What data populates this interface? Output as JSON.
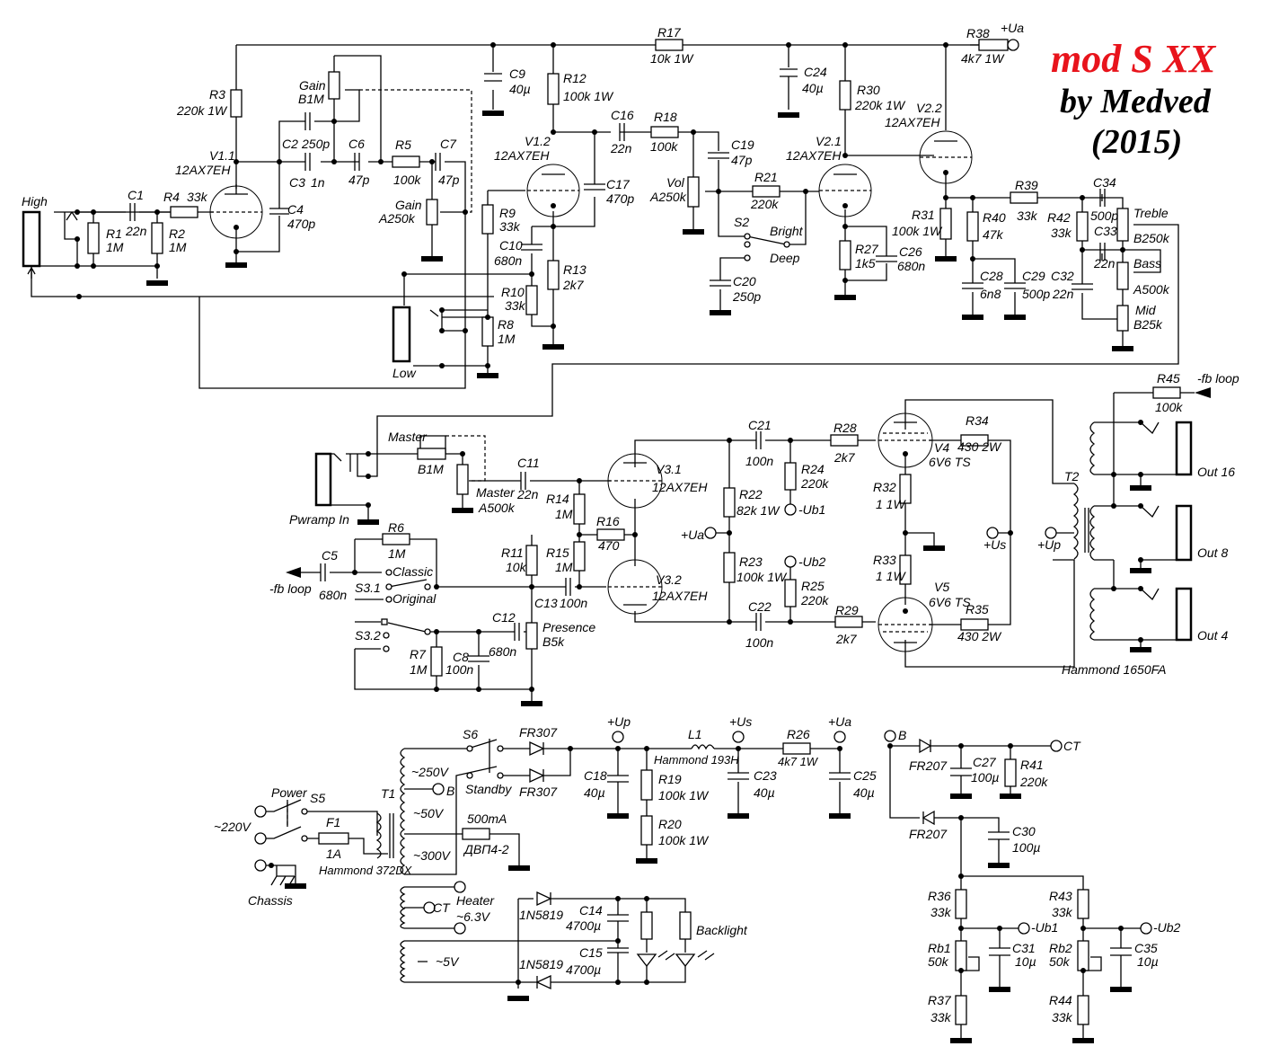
{
  "title": {
    "name": "mod S XX",
    "author": "by Medved",
    "year": "(2015)",
    "name_color": "#e8141c"
  },
  "preamp": {
    "input_high": "High",
    "input_low": "Low",
    "C1": [
      "C1",
      "22n"
    ],
    "R1": [
      "R1",
      "1M"
    ],
    "R2": [
      "R2",
      "1M"
    ],
    "R4": [
      "R4",
      "33k"
    ],
    "V1_1": [
      "V1.1",
      "12AX7EH"
    ],
    "R3": [
      "R3",
      "220k 1W"
    ],
    "C4": [
      "C4",
      "470p"
    ],
    "C2": [
      "C2",
      "250p"
    ],
    "C3": [
      "C3",
      "1n"
    ],
    "C6": [
      "C6",
      "47p"
    ],
    "C7": [
      "C7",
      "47p"
    ],
    "R5": [
      "R5",
      "100k"
    ],
    "gain_b": [
      "Gain",
      "B1M"
    ],
    "gain_a": [
      "Gain",
      "A250k"
    ],
    "C9": [
      "C9",
      "40µ"
    ],
    "R12": [
      "R12",
      "100k 1W"
    ],
    "V1_2": [
      "V1.2",
      "12AX7EH"
    ],
    "R9": [
      "R9",
      "33k"
    ],
    "C10": [
      "C10",
      "680n"
    ],
    "R10": [
      "R10",
      "33k"
    ],
    "R8": [
      "R8",
      "1M"
    ],
    "R13": [
      "R13",
      "2k7"
    ],
    "C17": [
      "C17",
      "470p"
    ],
    "C16": [
      "C16",
      "22n"
    ],
    "R18": [
      "R18",
      "100k"
    ],
    "R17": [
      "R17",
      "10k 1W"
    ],
    "C24": [
      "C24",
      "40µ"
    ],
    "vol": [
      "Vol",
      "A250k"
    ],
    "C19": [
      "C19",
      "47p"
    ],
    "R21": [
      "R21",
      "220k"
    ],
    "S2": "S2",
    "bright": "Bright",
    "deep": "Deep",
    "C20": [
      "C20",
      "250p"
    ],
    "R30": [
      "R30",
      "220k 1W"
    ],
    "V2_1": [
      "V2.1",
      "12AX7EH"
    ],
    "R27": [
      "R27",
      "1k5"
    ],
    "C26": [
      "C26",
      "680n"
    ],
    "R38": [
      "R38",
      "4k7 1W"
    ],
    "plus_ua": "+Ua",
    "V2_2": [
      "V2.2",
      "12AX7EH"
    ],
    "R31": [
      "R31",
      "100k 1W"
    ],
    "R39": [
      "R39",
      "33k"
    ],
    "R40": [
      "R40",
      "47k"
    ],
    "C28": [
      "C28",
      "6n8"
    ],
    "C29": [
      "C29",
      "500p"
    ],
    "R42": [
      "R42",
      "33k"
    ],
    "C32": [
      "C32",
      "22n"
    ],
    "C34": [
      "C34",
      "500p"
    ],
    "C33": [
      "C33",
      "22n"
    ],
    "treble": [
      "Treble",
      "B250k"
    ],
    "bass": [
      "Bass",
      "A500k"
    ],
    "mid": [
      "Mid",
      "B25k"
    ]
  },
  "poweramp": {
    "master_b": [
      "Master",
      "B1M"
    ],
    "master_a": [
      "Master",
      "A500k"
    ],
    "pwramp_in": "Pwramp In",
    "C11": [
      "C11",
      "22n"
    ],
    "R14": [
      "R14",
      "1M"
    ],
    "R16": [
      "R16",
      "470"
    ],
    "R11": [
      "R11",
      "10k"
    ],
    "R15": [
      "R15",
      "1M"
    ],
    "C13": [
      "C13",
      "100n"
    ],
    "R6": [
      "R6",
      "1M"
    ],
    "C5": [
      "C5",
      "680n"
    ],
    "fb_loop_in": "-fb loop",
    "S3_1": "S3.1",
    "classic": "Classic",
    "original": "Original",
    "S3_2": "S3.2",
    "R7": [
      "R7",
      "1M"
    ],
    "C8": [
      "C8",
      "100n"
    ],
    "C12": [
      "C12",
      "680n"
    ],
    "presence": [
      "Presence",
      "B5k"
    ],
    "V3_1": [
      "V3.1",
      "12AX7EH"
    ],
    "V3_2": [
      "V3.2",
      "12AX7EH"
    ],
    "C21": [
      "C21",
      "100n"
    ],
    "C22": [
      "C22",
      "100n"
    ],
    "R22": [
      "R22",
      "82k 1W"
    ],
    "R23": [
      "R23",
      "100k 1W"
    ],
    "plus_ua": "+Ua",
    "R24": [
      "R24",
      "220k"
    ],
    "R25": [
      "R25",
      "220k"
    ],
    "ub1": "-Ub1",
    "ub2": "-Ub2",
    "R28": [
      "R28",
      "2k7"
    ],
    "R29": [
      "R29",
      "2k7"
    ],
    "V4": [
      "V4",
      "6V6 TS"
    ],
    "V5": [
      "V5",
      "6V6 TS"
    ],
    "R34": [
      "R34",
      "430 2W"
    ],
    "R35": [
      "R35",
      "430 2W"
    ],
    "R32": [
      "R32",
      "1 1W"
    ],
    "R33": [
      "R33",
      "1 1W"
    ],
    "plus_us": "+Us",
    "plus_up": "+Up",
    "T2": "T2",
    "T2_model": "Hammond 1650FA",
    "R45": [
      "R45",
      "100k"
    ],
    "fb_loop_out": "-fb loop",
    "out16": "Out 16",
    "out8": "Out 8",
    "out4": "Out 4"
  },
  "psu": {
    "mains": "~220V",
    "power": "Power",
    "S5": "S5",
    "F1": [
      "F1",
      "1A"
    ],
    "chassis": "Chassis",
    "T1": "T1",
    "T1_model": "Hammond 372DX",
    "v250": "~250V",
    "tapB": "B",
    "v50": "~50V",
    "v300": "~300V",
    "S6": "S6",
    "standby": "Standby",
    "D1": "FR307",
    "D2": "FR307",
    "fuse2": [
      "500mA",
      "ДВП4-2"
    ],
    "heater": [
      "Heater",
      "~6.3V"
    ],
    "CT": "CT",
    "v5": "~5V",
    "plus_up": "+Up",
    "plus_us": "+Us",
    "plus_ua": "+Ua",
    "C18": [
      "C18",
      "40µ"
    ],
    "R19": [
      "R19",
      "100k 1W"
    ],
    "R20": [
      "R20",
      "100k 1W"
    ],
    "L1": [
      "L1",
      "Hammond 193H"
    ],
    "C23": [
      "C23",
      "40µ"
    ],
    "R26": [
      "R26",
      "4k7 1W"
    ],
    "C25": [
      "C25",
      "40µ"
    ],
    "D3": "1N5819",
    "D4": "1N5819",
    "C14": [
      "C14",
      "4700µ"
    ],
    "C15": [
      "C15",
      "4700µ"
    ],
    "backlight": "Backlight",
    "B": "B",
    "CT2": "CT",
    "D5": "FR207",
    "D6": "FR207",
    "C27": [
      "C27",
      "100µ"
    ],
    "R41": [
      "R41",
      "220k"
    ],
    "C30": [
      "C30",
      "100µ"
    ],
    "R36": [
      "R36",
      "33k"
    ],
    "Rb1": [
      "Rb1",
      "50k"
    ],
    "R37": [
      "R37",
      "33k"
    ],
    "C31": [
      "C31",
      "10µ"
    ],
    "ub1": "-Ub1",
    "R43": [
      "R43",
      "33k"
    ],
    "Rb2": [
      "Rb2",
      "50k"
    ],
    "R44": [
      "R44",
      "33k"
    ],
    "C35": [
      "C35",
      "10µ"
    ],
    "ub2": "-Ub2"
  }
}
